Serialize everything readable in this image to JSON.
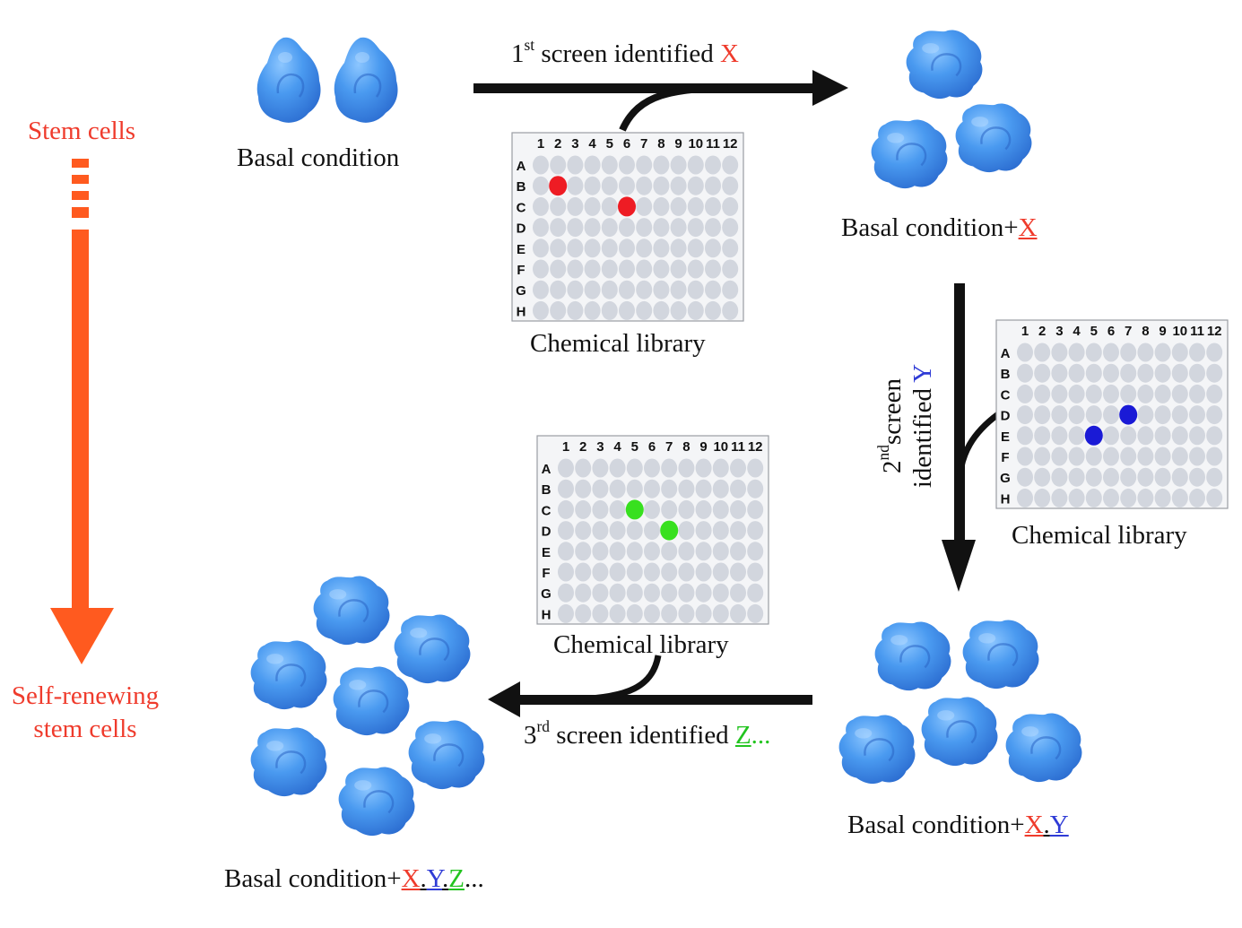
{
  "axis": {
    "top_label": "Stem cells",
    "bottom_label_line1": "Self-renewing",
    "bottom_label_line2": "stem cells",
    "color": "#ff5a1f"
  },
  "labels": {
    "stage1": "Basal condition",
    "stage2_prefix": "Basal condition+",
    "stage3_prefix": "Basal condition+",
    "stage4_prefix": "Basal condition+",
    "library": "Chemical library"
  },
  "screens": {
    "first": {
      "ordinal_num": "1",
      "ordinal_sup": "st",
      "text": "screen identified",
      "compound": "X"
    },
    "second": {
      "ordinal_num": "2",
      "ordinal_sup": "nd",
      "text_line1": "screen",
      "text_line2": "identified",
      "compound": "Y"
    },
    "third": {
      "ordinal_num": "3",
      "ordinal_sup": "rd",
      "text": "screen identified",
      "compound": "Z",
      "ellipsis": "..."
    }
  },
  "compounds": {
    "X": "X",
    "Y": "Y",
    "Z": "Z",
    "sep": ".",
    "ellipsis": "..."
  },
  "plates": {
    "columns": [
      "1",
      "2",
      "3",
      "4",
      "5",
      "6",
      "7",
      "8",
      "9",
      "10",
      "11",
      "12"
    ],
    "rows": [
      "A",
      "B",
      "C",
      "D",
      "E",
      "F",
      "G",
      "H"
    ],
    "hit_colors": {
      "red": "#ee1c24",
      "blue": "#1a1ad6",
      "green": "#38e01f"
    }
  },
  "colors": {
    "well": "#d2d6de",
    "plate_bg": "#f4f5f7",
    "cell_main": "#3f8fe8",
    "cell_light": "#6fb3ff",
    "cell_dark": "#2a6fd0",
    "arrow": "#111111",
    "X": "#ef3b2c",
    "Y": "#2f3bd6",
    "Z": "#22c41f"
  }
}
